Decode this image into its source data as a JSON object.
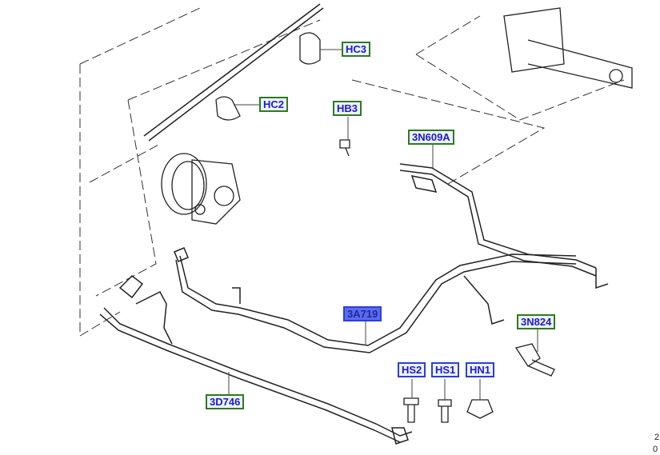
{
  "callouts": {
    "hc3": "HC3",
    "hc2": "HC2",
    "hb3": "HB3",
    "n3n609a": "3N609A",
    "a3a719": "3A719",
    "n3n824": "3N824",
    "hs2": "HS2",
    "hs1": "HS1",
    "hn1": "HN1",
    "d3d746": "3D746"
  },
  "selected_callout": "3A719",
  "corner_text": [
    "2",
    "0"
  ],
  "colors": {
    "green_border": "#2f7a1f",
    "blue_border": "#2b3fd6",
    "selected_fill": "#5b6cf2",
    "label_text": "#1a1ad0"
  }
}
